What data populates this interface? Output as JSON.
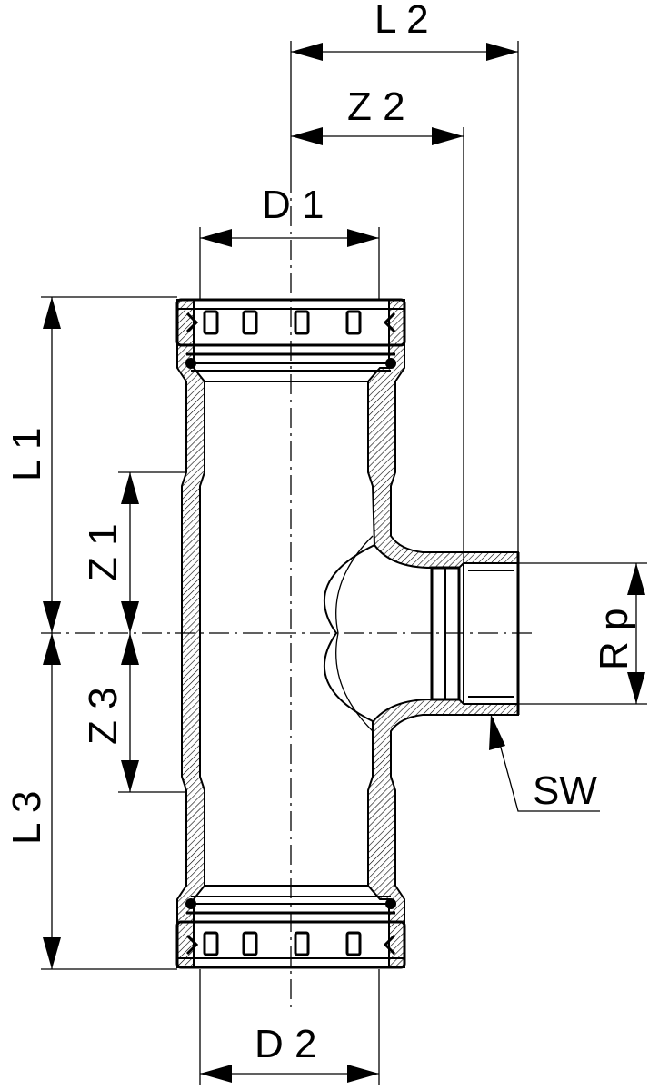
{
  "labels": {
    "L2": "L 2",
    "Z2": "Z 2",
    "D1": "D 1",
    "L1": "L 1",
    "Z1": "Z 1",
    "Z3": "Z 3",
    "L3": "L 3",
    "Rp": "R p",
    "SW": "SW",
    "D2": "D 2"
  }
}
